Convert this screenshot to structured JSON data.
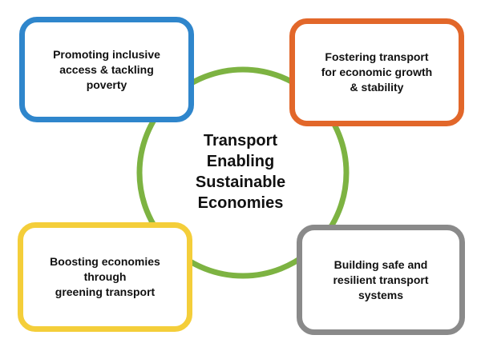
{
  "center": {
    "title": "Transport\nEnabling\nSustainable\nEconomies"
  },
  "boxes": [
    {
      "id": "top-left",
      "text": "Promoting inclusive\naccess & tackling\npoverty",
      "color": "#2f86cc"
    },
    {
      "id": "top-right",
      "text": "Fostering transport\nfor economic growth\n& stability",
      "color": "#e2672a"
    },
    {
      "id": "bottom-left",
      "text": "Boosting economies\nthrough\ngreening transport",
      "color": "#f4ce3a"
    },
    {
      "id": "bottom-right",
      "text": "Building safe and\nresilient transport\nsystems",
      "color": "#8a8a8a"
    }
  ],
  "colors": {
    "ring": "#7db342"
  }
}
